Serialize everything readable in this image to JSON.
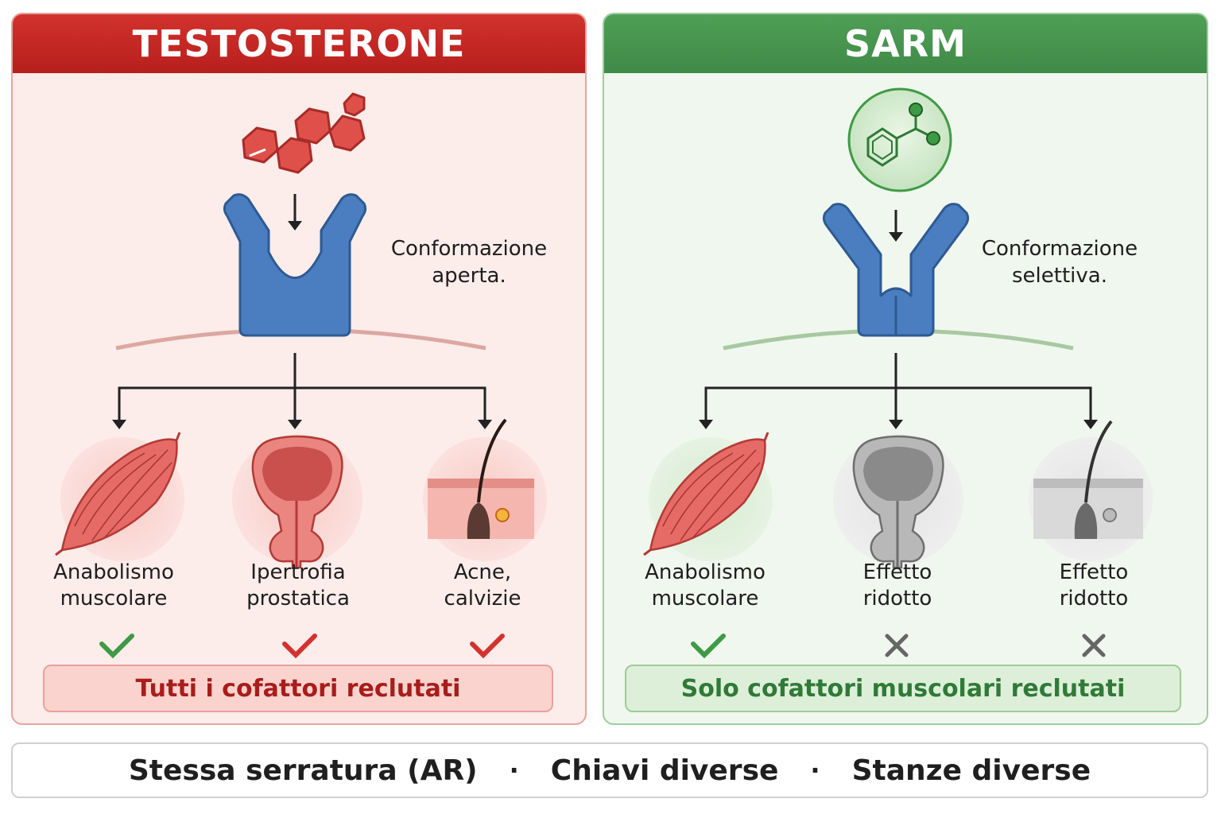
{
  "testosterone": {
    "title": "TESTOSTERONE",
    "conformation": [
      "Conformazione",
      "aperta."
    ],
    "effects": [
      {
        "line1": "Anabolismo",
        "line2": "muscolare",
        "status": "check"
      },
      {
        "line1": "Ipertrofia",
        "line2": "prostatica",
        "status": "check"
      },
      {
        "line1": "Acne,",
        "line2": "calvizie",
        "status": "check"
      }
    ],
    "cofactors": "Tutti i cofattori reclutati",
    "check_color": "#d2332f"
  },
  "sarm": {
    "title": "SARM",
    "conformation": [
      "Conformazione",
      "selettiva."
    ],
    "effects": [
      {
        "line1": "Anabolismo",
        "line2": "muscolare",
        "status": "check"
      },
      {
        "line1": "Effetto",
        "line2": "ridotto",
        "status": "cross"
      },
      {
        "line1": "Effetto",
        "line2": "ridotto",
        "status": "cross"
      }
    ],
    "cofactors": "Solo cofattori muscolari reclutati",
    "check_color": "#3e9a44",
    "cross_color": "#666666"
  },
  "footer": {
    "part1": "Stessa serratura (AR)",
    "part2": "Chiavi diverse",
    "part3": "Stanze diverse",
    "separator": "·"
  },
  "colors": {
    "testosterone_header": "#c4271f",
    "sarm_header": "#46924d",
    "receptor": "#4a7ec0",
    "molecule_red": "#e0504a",
    "molecule_green": "#3e9a44"
  }
}
